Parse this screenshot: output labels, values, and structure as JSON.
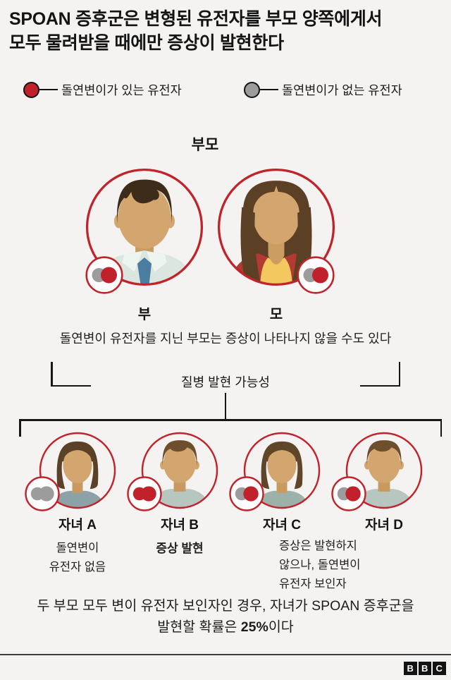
{
  "title": {
    "line1": "SPOAN 증후군은 변형된 유전자를 부모 양쪽에게서",
    "line2": "모두 물려받을 때에만 증상이 발현한다"
  },
  "legend": {
    "items": [
      {
        "label": "돌연변이가 있는 유전자",
        "gene": "mutated"
      },
      {
        "label": "돌연변이가 없는 유전자",
        "gene": "normal"
      }
    ]
  },
  "colors": {
    "mutated": "#c0212a",
    "normal": "#9c9c9c",
    "outline": "#c1232b"
  },
  "parents": {
    "heading": "부모",
    "father_label": "부",
    "mother_label": "모",
    "caption": "돌연변이 유전자를 지닌 부모는 증상이 나타나지 않을 수도 있다",
    "father_genes": [
      "normal",
      "mutated"
    ],
    "mother_genes": [
      "normal",
      "mutated"
    ]
  },
  "possibility_label": "질병 발현 가능성",
  "children": [
    {
      "label": "자녀 A",
      "genes": [
        "normal",
        "normal"
      ],
      "caption": [
        "돌연변이",
        "유전자 없음"
      ]
    },
    {
      "label": "자녀 B",
      "genes": [
        "mutated",
        "mutated"
      ],
      "caption": [
        "증상 발현"
      ]
    },
    {
      "label": "자녀 C",
      "genes": [
        "normal",
        "mutated"
      ],
      "caption": [
        "증상은 발현하지",
        "않으나, 돌연변이",
        "유전자 보인자"
      ]
    },
    {
      "label": "자녀 D",
      "genes": [
        "normal",
        "mutated"
      ],
      "caption": []
    }
  ],
  "footer": {
    "line1": "두 부모 모두 변이 유전자 보인자인 경우, 자녀가 SPOAN 증후군을",
    "line2_pre": "발현할 확률은 ",
    "line2_bold": "25%",
    "line2_post": "이다"
  },
  "logo": {
    "letters": [
      "B",
      "B",
      "C"
    ]
  }
}
